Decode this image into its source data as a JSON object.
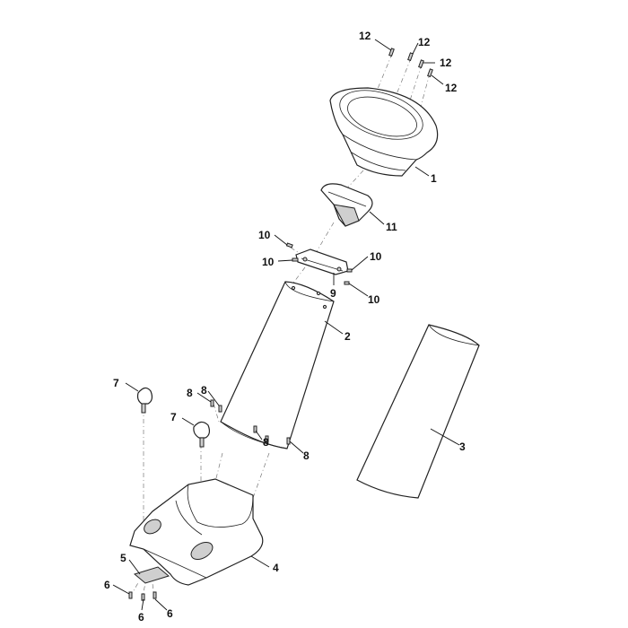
{
  "callouts": [
    {
      "id": "c12a",
      "text": "12"
    },
    {
      "id": "c12b",
      "text": "12"
    },
    {
      "id": "c12c",
      "text": "12"
    },
    {
      "id": "c12d",
      "text": "12"
    },
    {
      "id": "c1",
      "text": "1"
    },
    {
      "id": "c11",
      "text": "11"
    },
    {
      "id": "c10a",
      "text": "10"
    },
    {
      "id": "c10b",
      "text": "10"
    },
    {
      "id": "c10c",
      "text": "10"
    },
    {
      "id": "c10d",
      "text": "10"
    },
    {
      "id": "c9",
      "text": "9"
    },
    {
      "id": "c2",
      "text": "2"
    },
    {
      "id": "c3",
      "text": "3"
    },
    {
      "id": "c7a",
      "text": "7"
    },
    {
      "id": "c7b",
      "text": "7"
    },
    {
      "id": "c8a",
      "text": "8"
    },
    {
      "id": "c8b",
      "text": "8"
    },
    {
      "id": "c8c",
      "text": "8"
    },
    {
      "id": "c8d",
      "text": "8"
    },
    {
      "id": "c4",
      "text": "4"
    },
    {
      "id": "c5",
      "text": "5"
    },
    {
      "id": "c6a",
      "text": "6"
    },
    {
      "id": "c6b",
      "text": "6"
    },
    {
      "id": "c6c",
      "text": "6"
    }
  ]
}
